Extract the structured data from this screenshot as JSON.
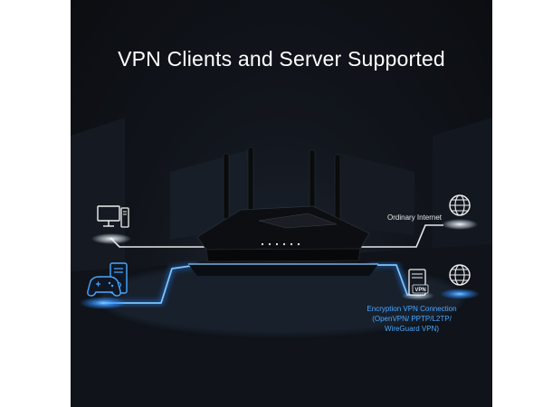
{
  "title": "VPN Clients and Server Supported",
  "ordinary_label": "Ordinary Internet",
  "vpn_label": {
    "line1": "Encryption VPN Connection",
    "line2": "(OpenVPN/ PPTP/L2TP/",
    "line3": "WireGuard VPN)"
  },
  "server_badge": "VPN",
  "icons": [
    "desktop-computer-icon",
    "gaming-pc-icon",
    "gamepad-icon",
    "vpn-server-icon",
    "globe-icon"
  ],
  "colors": {
    "background": "#0b0d11",
    "accent_blue": "#3d9bff",
    "line_white": "#e8e8e8"
  }
}
